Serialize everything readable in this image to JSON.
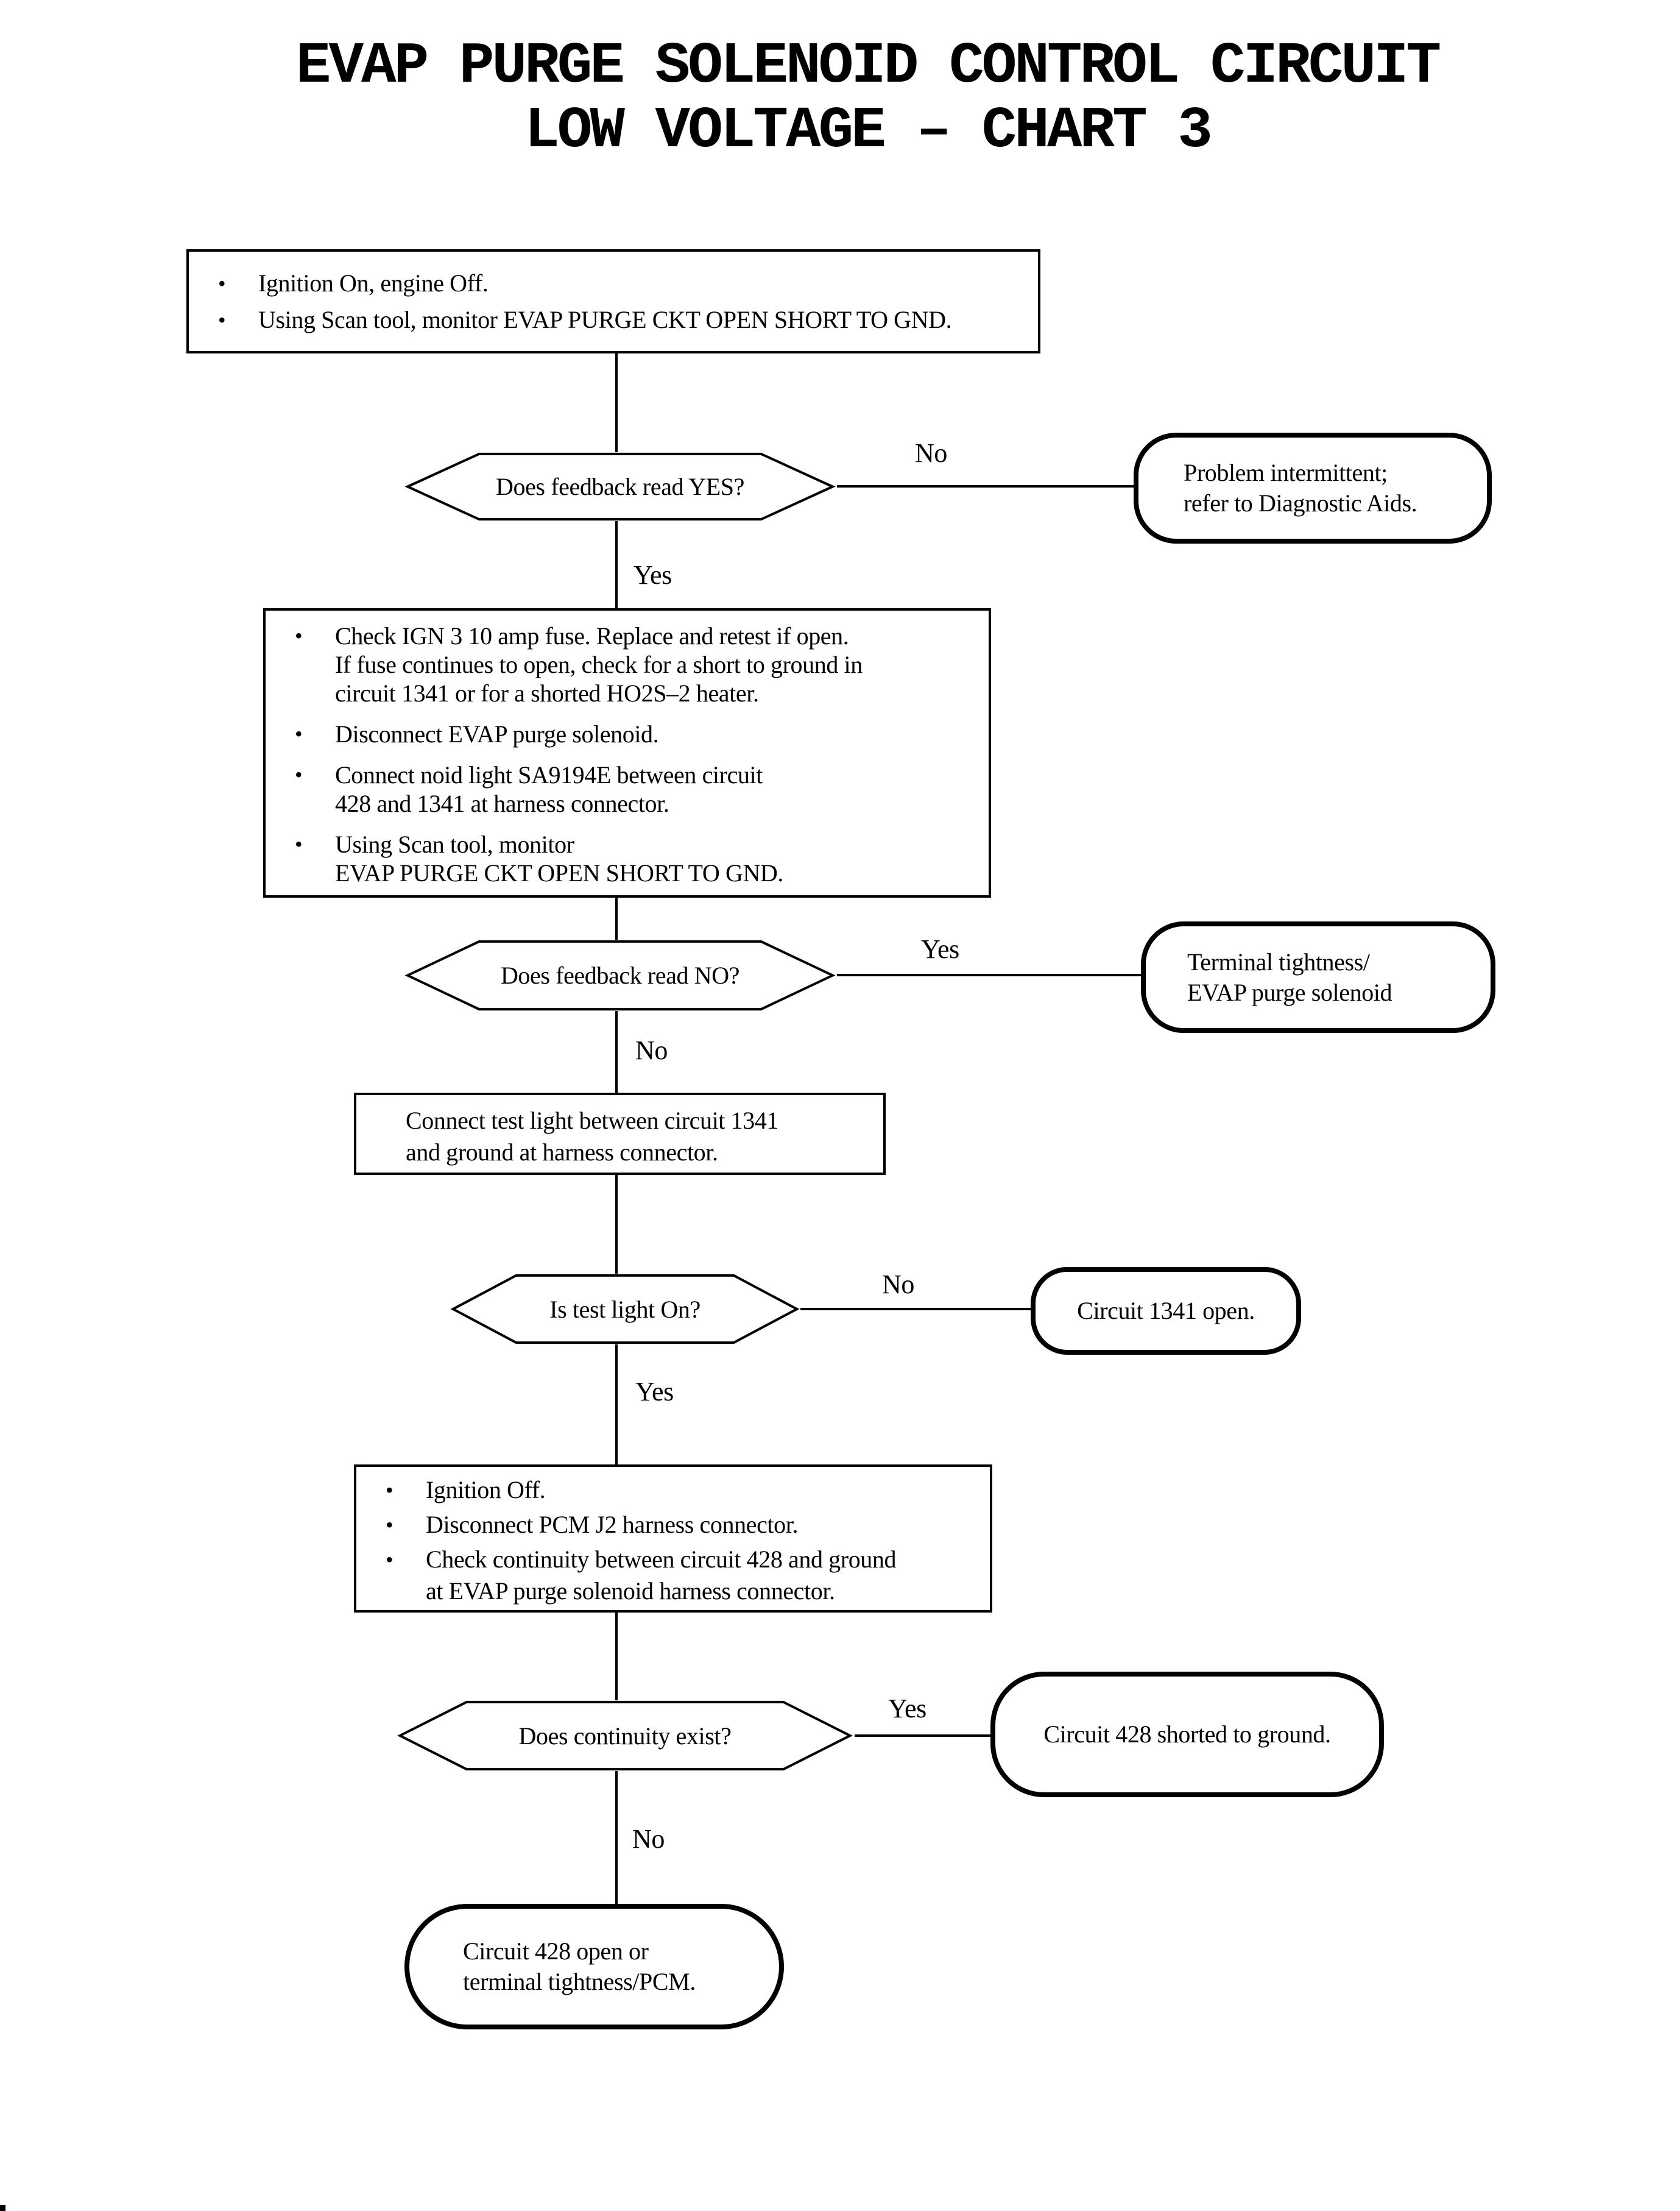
{
  "title": {
    "line1": "EVAP PURGE SOLENOID CONTROL CIRCUIT",
    "line2": "LOW VOLTAGE – CHART 3"
  },
  "glyphs": {
    "bullet": "•"
  },
  "colors": {
    "ink": "#000000",
    "paper": "#ffffff"
  },
  "boxes": {
    "step1": {
      "bullets": [
        "Ignition On, engine Off.",
        "Using Scan tool, monitor EVAP PURGE CKT OPEN SHORT TO GND."
      ]
    },
    "step2": {
      "bullets": [
        "Check IGN 3 10 amp fuse.  Replace and retest if open.\nIf fuse continues to open, check for a short to ground in\ncircuit 1341 or for a shorted HO2S–2 heater.",
        "Disconnect EVAP purge solenoid.",
        "Connect noid light SA9194E between circuit\n428 and 1341 at harness connector.",
        "Using Scan tool, monitor\nEVAP PURGE CKT OPEN SHORT TO GND."
      ]
    },
    "step3": {
      "text": "Connect test light between circuit 1341\nand ground at harness connector."
    },
    "step4": {
      "bullets": [
        "Ignition Off.",
        "Disconnect PCM J2 harness connector.",
        "Check continuity between circuit 428 and ground\nat EVAP purge solenoid harness connector."
      ]
    }
  },
  "decisions": {
    "d1": {
      "label": "Does feedback read YES?"
    },
    "d2": {
      "label": "Does feedback read NO?"
    },
    "d3": {
      "label": "Is test light On?"
    },
    "d4": {
      "label": "Does continuity exist?"
    }
  },
  "terminals": {
    "t1": {
      "text": "Problem intermittent;\nrefer to Diagnostic Aids."
    },
    "t2": {
      "text": "Terminal tightness/\nEVAP purge solenoid"
    },
    "t3": {
      "text": "Circuit 1341 open."
    },
    "t4": {
      "text": "Circuit 428 shorted to ground."
    },
    "t5": {
      "text": "Circuit 428 open or\nterminal tightness/PCM."
    }
  },
  "edge_labels": {
    "d1_no": "No",
    "d1_yes": "Yes",
    "d2_yes": "Yes",
    "d2_no": "No",
    "d3_no": "No",
    "d3_yes": "Yes",
    "d4_yes": "Yes",
    "d4_no": "No"
  }
}
